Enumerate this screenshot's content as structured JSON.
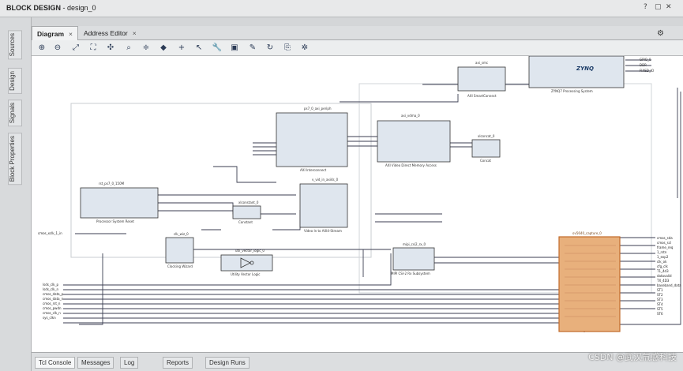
{
  "window": {
    "title_prefix": "BLOCK DESIGN",
    "title_design": " - design_0",
    "help_icon": "?",
    "gear_icon": "gear-icon"
  },
  "sidebar": {
    "tabs": [
      "Sources",
      "Design",
      "Signals",
      "Block Properties"
    ]
  },
  "tabs": [
    {
      "label": "Diagram",
      "close": "×"
    },
    {
      "label": "Address Editor",
      "close": "×"
    }
  ],
  "toolbar": {
    "icons": [
      "zoom-in-icon",
      "zoom-out-icon",
      "fit-full-icon",
      "fit-selection-icon",
      "auto-connect-icon",
      "search-icon",
      "align-icon",
      "validate-icon",
      "add-ip-icon",
      "select-icon",
      "properties-icon",
      "regenerate-icon",
      "pin-icon",
      "refresh-icon",
      "export-icon",
      "settings-icon"
    ]
  },
  "blocks": {
    "zynq_title": "processing_system7_0",
    "zynq_logo": "ZYNQ",
    "zynq_label": "ZYNQ7 Processing System",
    "zynq_out1": "GPIO_0",
    "zynq_out2": "DDR",
    "zynq_out3": "FIXED_IO",
    "axi_smc_title": "axi_smc",
    "axi_smc_label": "AXI SmartConnect",
    "ps7_axi_title": "ps7_0_axi_periph",
    "ps7_axi_label": "AXI Interconnect",
    "vdma_title": "axi_vdma_0",
    "vdma_label": "AXI Video Direct Memory Access",
    "rst_title": "rst_ps7_0_150M",
    "rst_label": "Processor System Reset",
    "xlconcat_title": "xlconcat_0",
    "xlconcat_label": "Concat",
    "xlconst_title": "xlconstant_0",
    "xlconst_label": "Constant",
    "v_vid_title": "v_vid_in_axi4s_0",
    "v_vid_label": "Video In to AXI4-Stream",
    "clk_title": "clk_wiz_0",
    "clk_label": "Clocking Wizard",
    "vector_title": "util_vector_logic_0",
    "vector_label": "Utility Vector Logic",
    "mipi_title": "mipi_csi2_rx_0",
    "mipi_label": "MIPI CSI-2 Rx Subsystem",
    "custom_title": "ov5640_capture_0"
  },
  "ports_left": [
    "cmos_xclk_1_in",
    "lsds_clk_p",
    "lsds_clk_n",
    "cmos_data_p",
    "cmos_data_n",
    "cmos_rst_n",
    "cmos_pwdn",
    "cmos_clk_n",
    "sys_clkn"
  ],
  "ports_right": [
    "cmos_sda",
    "cmos_scl",
    "frame_req",
    "1_rstn",
    "1_exp2",
    "clk_ok",
    "cfg_clk",
    "T1_4d3",
    "datavalid",
    "TX_4D3",
    "baseband_data",
    "ST1",
    "ST2",
    "ST3",
    "ST4",
    "ST5",
    "ST6"
  ],
  "bottom_tabs": [
    "Tcl Console",
    "Messages",
    "Log",
    "Reports",
    "Design Runs"
  ],
  "watermark": "CSDN @武汉氚感科技"
}
